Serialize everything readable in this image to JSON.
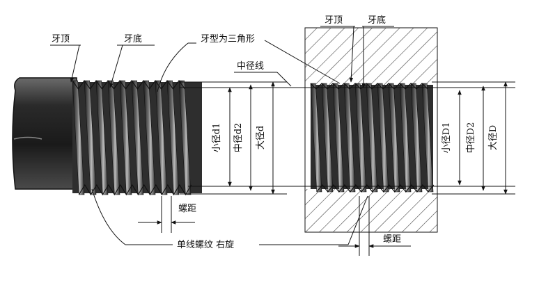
{
  "labels": {
    "crest_left": "牙顶",
    "root_left": "牙底",
    "profile": "牙型为三角形",
    "pitch_line": "中径线",
    "minor_d1": "小径d1",
    "pitch_d2": "中径d2",
    "major_d": "大径d",
    "pitch_left": "螺距",
    "thread_note": "单线螺纹  右旋",
    "crest_right": "牙顶",
    "root_right": "牙底",
    "minor_D1": "小径D1",
    "pitch_D2": "中径D2",
    "major_D": "大径D",
    "pitch_right": "螺距"
  },
  "colors": {
    "ink": "#111111",
    "shaft": "#3a3a3a",
    "hatch": "#444444"
  }
}
